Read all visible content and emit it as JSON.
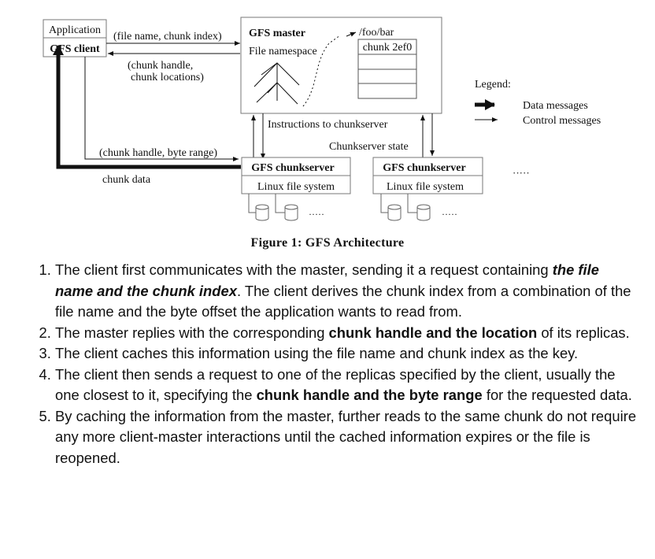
{
  "diagram": {
    "application_label": "Application",
    "client_label": "GFS client",
    "request_label": "(file name, chunk index)",
    "reply_label_line1": "(chunk handle,",
    "reply_label_line2": "chunk locations)",
    "master_title": "GFS master",
    "namespace_label": "File namespace",
    "path_label": "/foo/bar",
    "chunk_label": "chunk 2ef0",
    "legend_title": "Legend:",
    "legend_data": "Data messages",
    "legend_control": "Control messages",
    "instructions_label": "Instructions to chunkserver",
    "state_label": "Chunkserver state",
    "byte_range_label": "(chunk handle, byte range)",
    "chunk_data_label": "chunk data",
    "chunkserver1_title": "GFS chunkserver",
    "chunkserver1_fs": "Linux file system",
    "chunkserver2_title": "GFS chunkserver",
    "chunkserver2_fs": "Linux file system",
    "dots_small": "·····",
    "dots_more": "·····"
  },
  "caption": "Figure 1: GFS Architecture",
  "steps": [
    {
      "parts": [
        {
          "text": "The client first communicates with the master, sending it a request containing ",
          "style": "normal"
        },
        {
          "text": "the file name and the chunk index",
          "style": "bold-italic"
        },
        {
          "text": ". The client derives the chunk index from a combination of the file name and the byte offset the application wants to read from.",
          "style": "normal"
        }
      ]
    },
    {
      "parts": [
        {
          "text": "The master replies with the corresponding ",
          "style": "normal"
        },
        {
          "text": "chunk handle and the location",
          "style": "bold"
        },
        {
          "text": " of its replicas.",
          "style": "normal"
        }
      ]
    },
    {
      "parts": [
        {
          "text": "The client caches this information using the file name and chunk index as the key.",
          "style": "normal"
        }
      ]
    },
    {
      "parts": [
        {
          "text": "The client then sends a request to one of the replicas specified by the client, usually the one closest to it, specifying the ",
          "style": "normal"
        },
        {
          "text": "chunk handle and the byte range",
          "style": "bold"
        },
        {
          "text": " for the requested data.",
          "style": "normal"
        }
      ]
    },
    {
      "parts": [
        {
          "text": "By caching the information from the master, further reads to the same chunk do not require any more client-master interactions until the cached information expires or the file is reopened.",
          "style": "normal"
        }
      ]
    }
  ]
}
